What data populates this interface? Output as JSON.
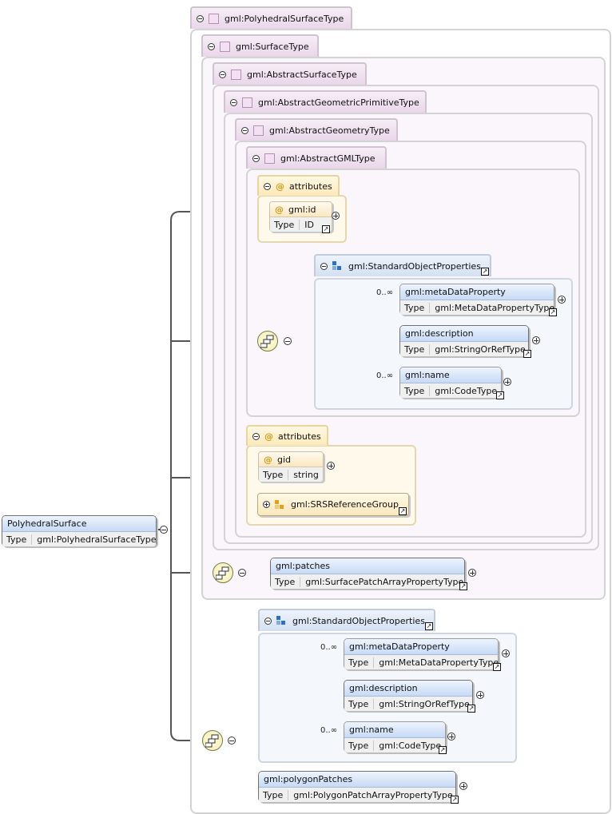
{
  "types": {
    "polyhedral_surface_type": "gml:PolyhedralSurfaceType",
    "surface_type": "gml:SurfaceType",
    "abstract_surface_type": "gml:AbstractSurfaceType",
    "abstract_geometric_primitive_type": "gml:AbstractGeometricPrimitiveType",
    "abstract_geometry_type": "gml:AbstractGeometryType",
    "abstract_gml_type": "gml:AbstractGMLType"
  },
  "root": {
    "name": "PolyhedralSurface",
    "type_label": "Type",
    "type_value": "gml:PolyhedralSurfaceType"
  },
  "attributes_1": {
    "title": "attributes",
    "attr": {
      "name": "gml:id",
      "type_label": "Type",
      "type_value": "ID"
    }
  },
  "group_1": {
    "title": "gml:StandardObjectProperties",
    "items": [
      {
        "name": "gml:metaDataProperty",
        "type_label": "Type",
        "type_value": "gml:MetaDataPropertyType",
        "card": "0..∞"
      },
      {
        "name": "gml:description",
        "type_label": "Type",
        "type_value": "gml:StringOrRefType",
        "card": ""
      },
      {
        "name": "gml:name",
        "type_label": "Type",
        "type_value": "gml:CodeType",
        "card": "0..∞"
      }
    ]
  },
  "attributes_2": {
    "title": "attributes",
    "attr": {
      "name": "gid",
      "type_label": "Type",
      "type_value": "string"
    },
    "group_ref": "gml:SRSReferenceGroup"
  },
  "patches": {
    "name": "gml:patches",
    "type_label": "Type",
    "type_value": "gml:SurfacePatchArrayPropertyType"
  },
  "group_2": {
    "title": "gml:StandardObjectProperties",
    "items": [
      {
        "name": "gml:metaDataProperty",
        "type_label": "Type",
        "type_value": "gml:MetaDataPropertyType",
        "card": "0..∞"
      },
      {
        "name": "gml:description",
        "type_label": "Type",
        "type_value": "gml:StringOrRefType",
        "card": ""
      },
      {
        "name": "gml:name",
        "type_label": "Type",
        "type_value": "gml:CodeType",
        "card": "0..∞"
      }
    ]
  },
  "polygon_patches": {
    "name": "gml:polygonPatches",
    "type_label": "Type",
    "type_value": "gml:PolygonPatchArrayPropertyType"
  },
  "colors": {
    "element_header": "#c7daf6",
    "attribute_header": "#fbe9b8",
    "complex_type_tab": "#ead6ea",
    "sequence": "#f2ecb0"
  }
}
